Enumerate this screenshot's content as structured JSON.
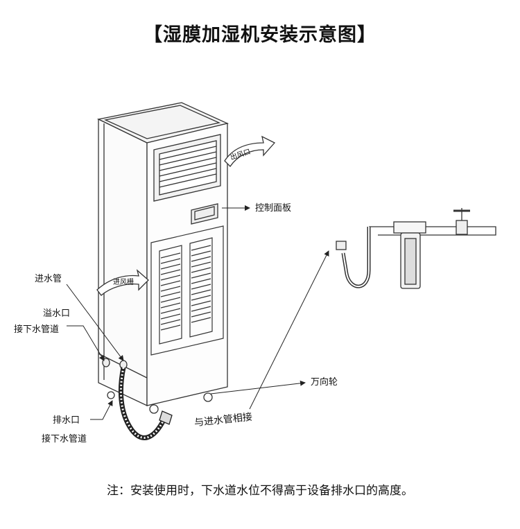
{
  "title": "【湿膜加湿机安装示意图】",
  "labels": {
    "outlet": "出风口",
    "control_panel": "控制面板",
    "water_inlet_pipe": "进水管",
    "air_inlet": "进风栅",
    "overflow_port": "溢水口",
    "overflow_drain": "接下水管道",
    "drain_port": "排水口",
    "drain_sewer": "接下水管道",
    "caster": "万向轮",
    "connect_inlet": "与进水管相接"
  },
  "note": "注：安装使用时，下水道水位不得高于设备排水口的高度。"
}
